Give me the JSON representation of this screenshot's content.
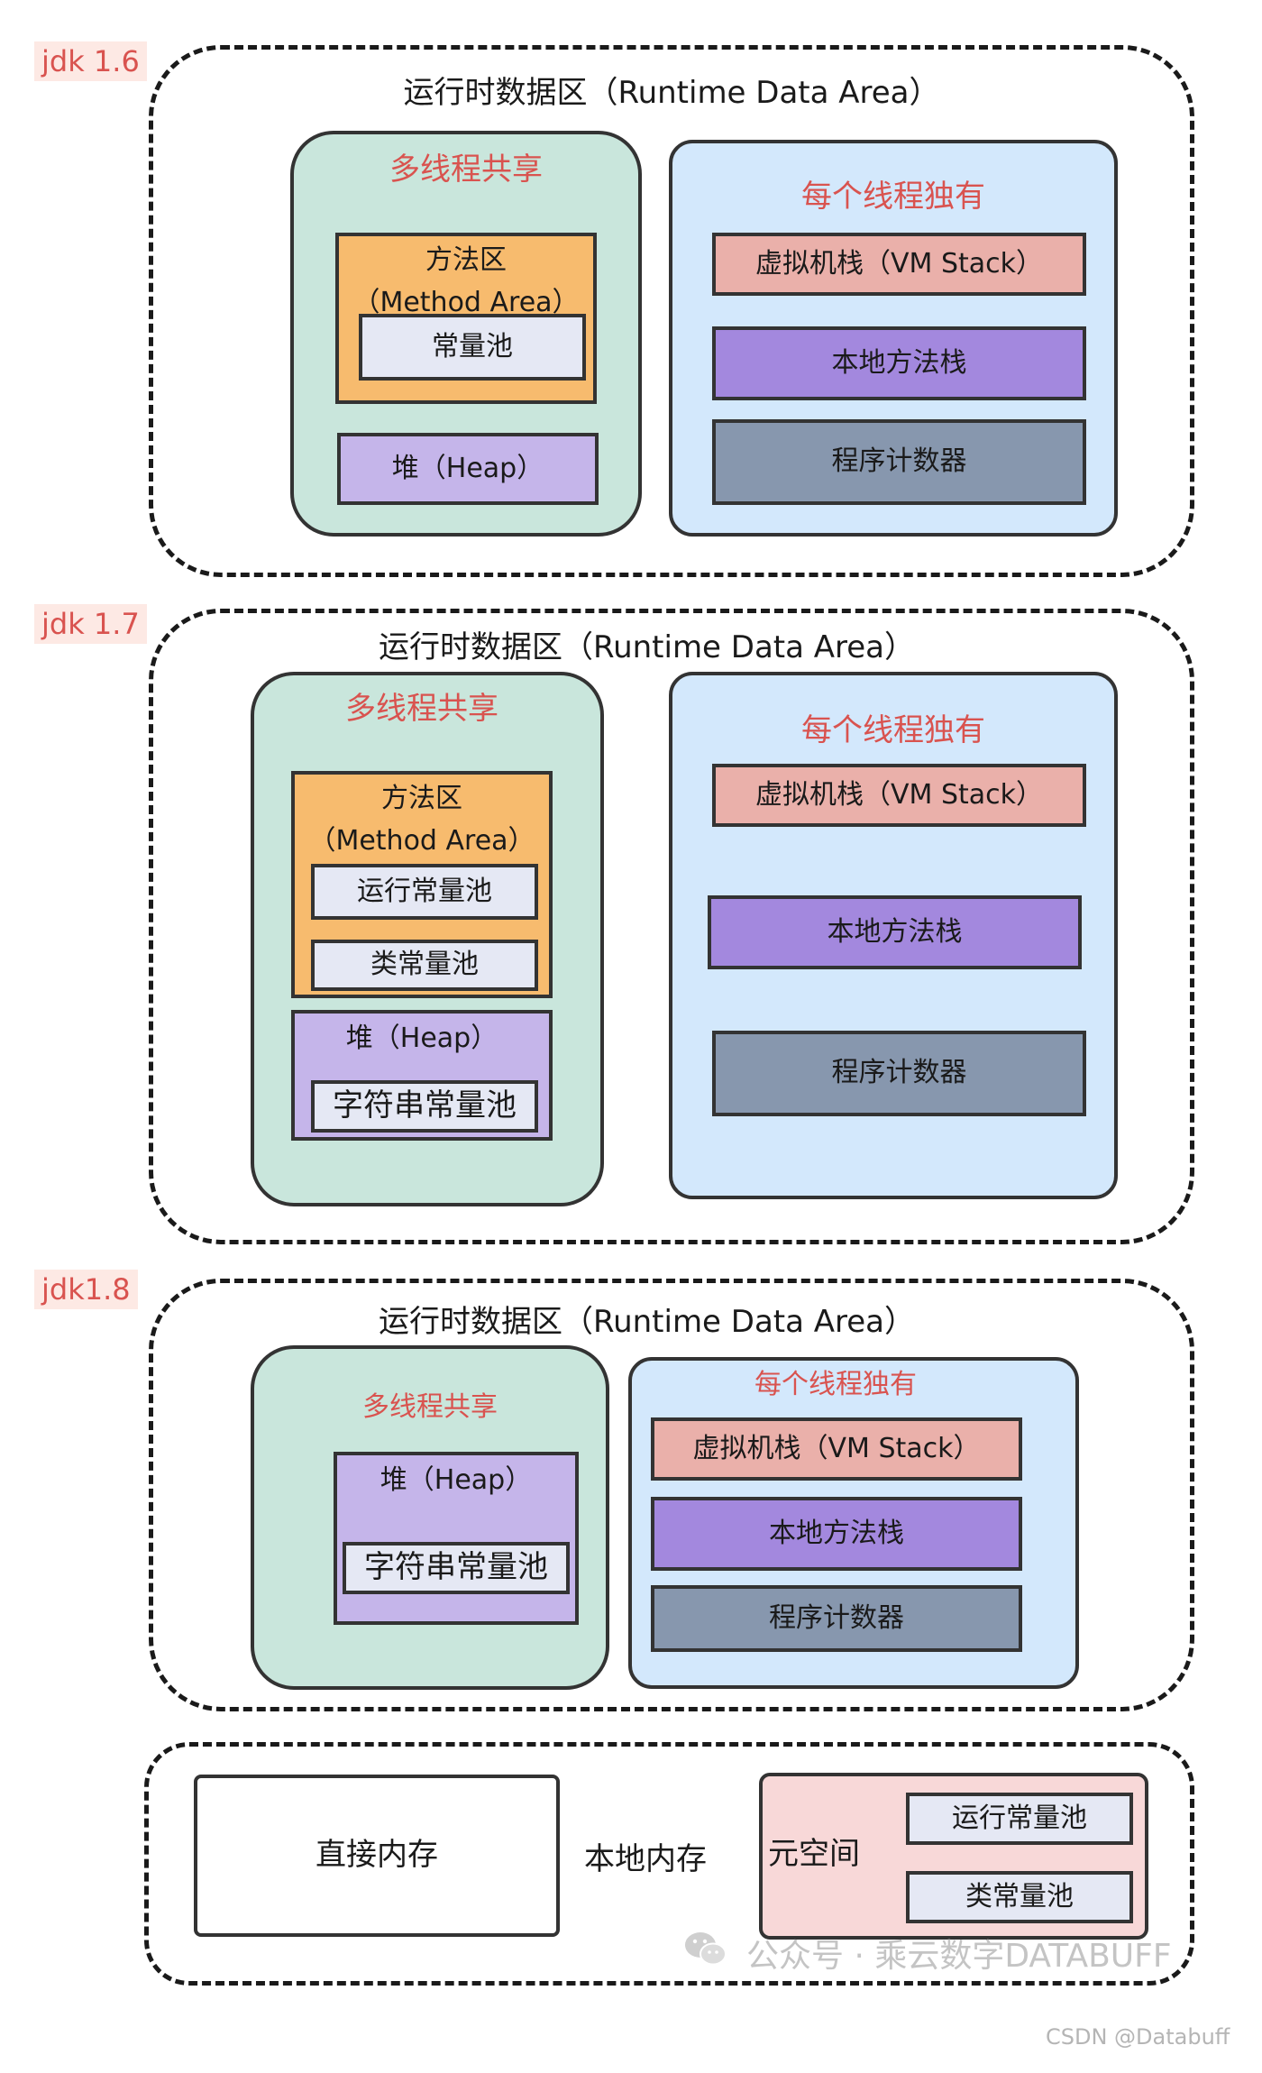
{
  "jdk16": {
    "tag": "jdk 1.6",
    "title": "运行时数据区（Runtime Data Area）",
    "shared": {
      "title": "多线程共享",
      "method_area_line1": "方法区",
      "method_area_line2": "（Method Area）",
      "constant_pool": "常量池",
      "heap": "堆（Heap）"
    },
    "private": {
      "title": "每个线程独有",
      "vm_stack": "虚拟机栈（VM Stack）",
      "native_stack": "本地方法栈",
      "pc_register": "程序计数器"
    }
  },
  "jdk17": {
    "tag": "jdk 1.7",
    "title": "运行时数据区（Runtime Data Area）",
    "shared": {
      "title": "多线程共享",
      "method_area_line1": "方法区",
      "method_area_line2": "（Method Area）",
      "runtime_constant_pool": "运行常量池",
      "class_constant_pool": "类常量池",
      "heap": "堆（Heap）",
      "string_pool": "字符串常量池"
    },
    "private": {
      "title": "每个线程独有",
      "vm_stack": "虚拟机栈（VM Stack）",
      "native_stack": "本地方法栈",
      "pc_register": "程序计数器"
    }
  },
  "jdk18": {
    "tag": "jdk1.8",
    "title": "运行时数据区（Runtime Data Area）",
    "shared": {
      "title": "多线程共享",
      "heap": "堆（Heap）",
      "string_pool": "字符串常量池"
    },
    "private": {
      "title": "每个线程独有",
      "vm_stack": "虚拟机栈（VM Stack）",
      "native_stack": "本地方法栈",
      "pc_register": "程序计数器"
    }
  },
  "native_memory": {
    "direct_memory": "直接内存",
    "label": "本地内存",
    "metaspace": "元空间",
    "runtime_constant_pool": "运行常量池",
    "class_constant_pool": "类常量池"
  },
  "watermark": "公众号 · 乘云数字DATABUFF",
  "credit": "CSDN @Databuff"
}
